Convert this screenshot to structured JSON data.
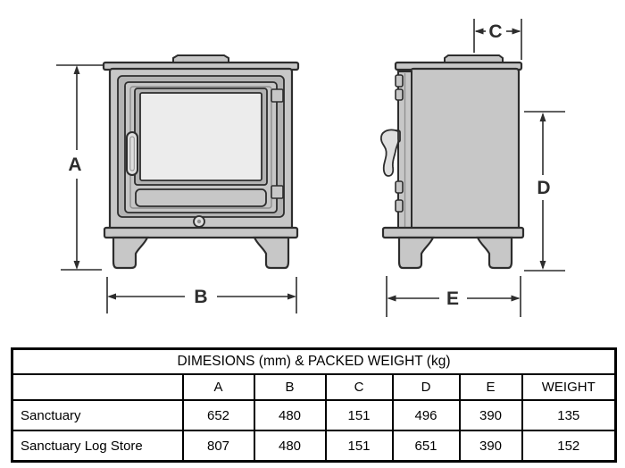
{
  "diagram": {
    "labels": {
      "a": "A",
      "b": "B",
      "c": "C",
      "d": "D",
      "e": "E"
    },
    "colors": {
      "background": "#ffffff",
      "line": "#2d2d2d",
      "body": "#c7c7c7",
      "recess": "#b3b3b3",
      "glass": "#ececec",
      "handle": "#dfdfdf",
      "edge": "#8f8f8f",
      "table_border": "#000000"
    }
  },
  "table": {
    "title": "DIMESIONS (mm) & PACKED WEIGHT (kg)",
    "columns": [
      "",
      "A",
      "B",
      "C",
      "D",
      "E",
      "WEIGHT"
    ],
    "rows": [
      {
        "name": "Sanctuary",
        "values": [
          "652",
          "480",
          "151",
          "496",
          "390",
          "135"
        ]
      },
      {
        "name": "Sanctuary Log Store",
        "values": [
          "807",
          "480",
          "151",
          "651",
          "390",
          "152"
        ]
      }
    ]
  }
}
